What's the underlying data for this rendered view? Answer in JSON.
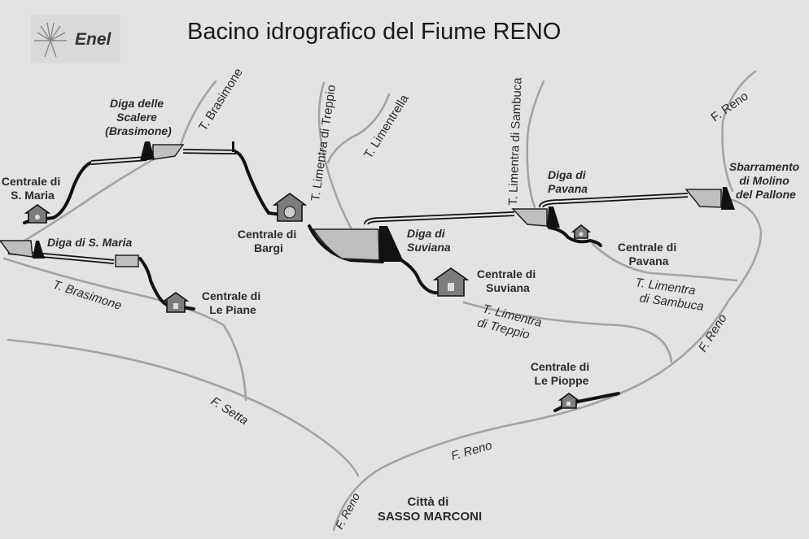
{
  "title": "Bacino  idrografico del Fiume RENO",
  "logo": {
    "text": "Enel"
  },
  "colors": {
    "background": "#e3e3e3",
    "river": "#a3a3a3",
    "conduit": "#111111",
    "reservoir": "#bfbfbf"
  },
  "labels": {
    "t_brasimone_upper": "T. Brasimone",
    "t_limentra_treppio_upper": "T. Limentra di Treppio",
    "t_limentrella": "T. Limentrella",
    "t_limentra_sambuca_upper": "T. Limentra di Sambuca",
    "f_reno_upper": "F. Reno",
    "diga_scalere": [
      "Diga delle",
      "Scalere",
      "(Brasimone)"
    ],
    "centrale_s_maria": [
      "Centrale di",
      "S. Maria"
    ],
    "diga_s_maria": "Diga di S. Maria",
    "centrale_bargi": [
      "Centrale di",
      "Bargi"
    ],
    "diga_suviana": [
      "Diga di",
      "Suviana"
    ],
    "diga_pavana": [
      "Diga di",
      "Pavana"
    ],
    "sbarramento": [
      "Sbarramento",
      "di Molino",
      "del Pallone"
    ],
    "centrale_pavana": [
      "Centrale di",
      "Pavana"
    ],
    "centrale_suviana": [
      "Centrale di",
      "Suviana"
    ],
    "t_brasimone_lower": "T. Brasimone",
    "centrale_le_piane": [
      "Centrale di",
      "Le Piane"
    ],
    "t_limentra_sambuca_lower": [
      "T. Limentra",
      "di Sambuca"
    ],
    "t_limentra_treppio_lower": [
      "T. Limentra",
      "di Treppio"
    ],
    "f_reno_right": "F. Reno",
    "centrale_le_pioppe": [
      "Centrale di",
      "Le Pioppe"
    ],
    "f_setta": "F. Setta",
    "f_reno_middle": "F. Reno",
    "f_reno_bottom": "F. Reno",
    "citta": [
      "Città di",
      "SASSO MARCONI"
    ]
  }
}
